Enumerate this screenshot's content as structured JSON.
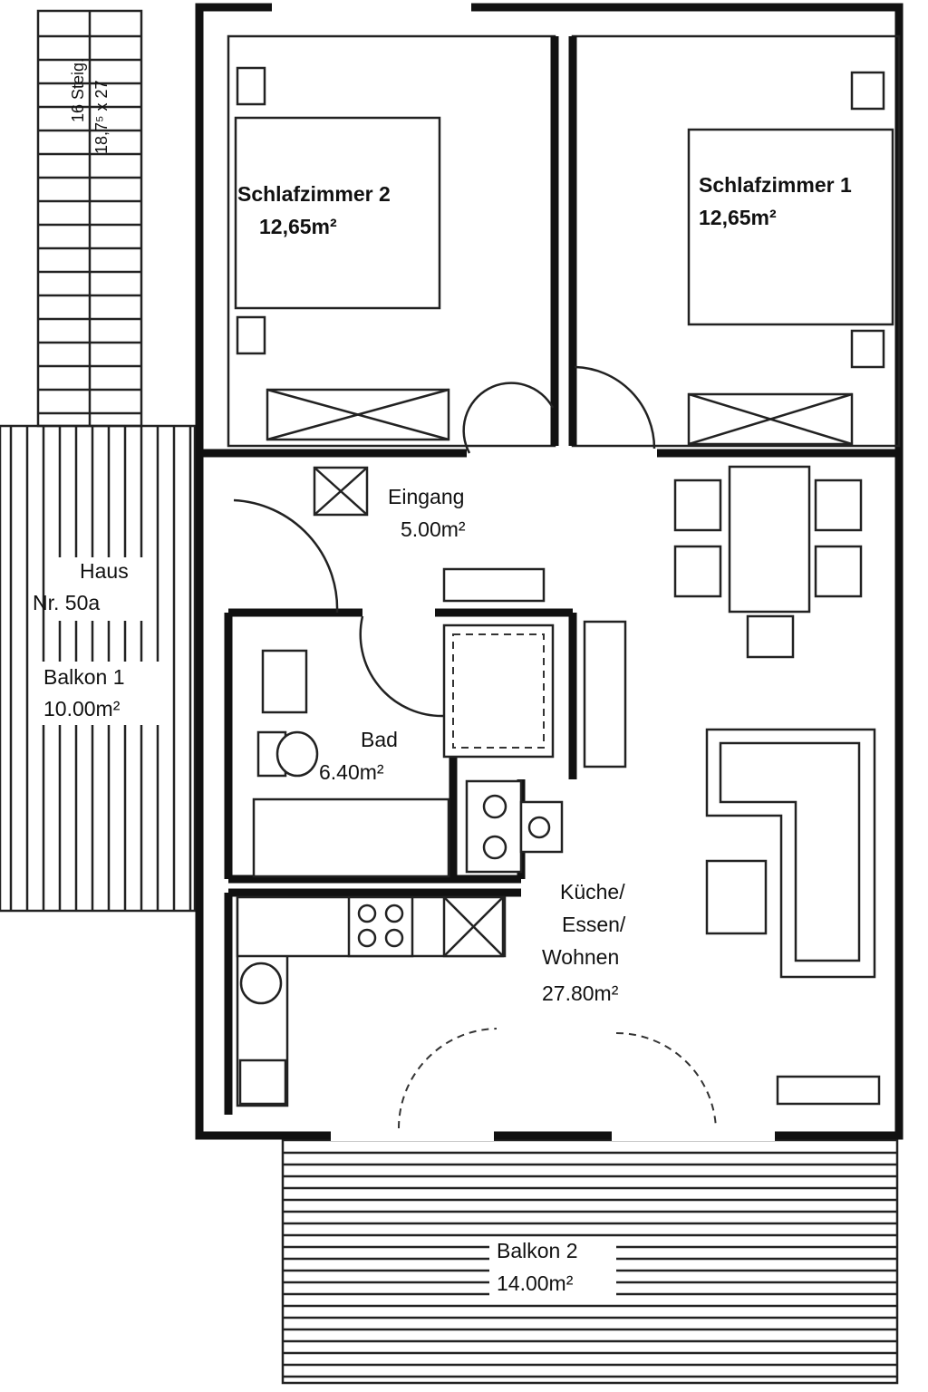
{
  "rooms": {
    "schlafzimmer2": {
      "name": "Schlafzimmer 2",
      "area": "12,65m²"
    },
    "schlafzimmer1": {
      "name": "Schlafzimmer 1",
      "area": "12,65m²"
    },
    "eingang": {
      "name": "Eingang",
      "area": "5.00m²"
    },
    "bad": {
      "name": "Bad",
      "area": "6.40m²"
    },
    "kueche": {
      "line1": "Küche/",
      "line2": "Essen/",
      "line3": "Wohnen",
      "area": "27.80m²"
    },
    "balkon1": {
      "house_line1": "Haus",
      "house_line2": "Nr. 50a",
      "name": "Balkon 1",
      "area": "10.00m²"
    },
    "balkon2": {
      "name": "Balkon 2",
      "area": "14.00m²"
    }
  },
  "stairs": {
    "line1": "16 Steig.",
    "line2": "18,7⁵ x 27"
  }
}
